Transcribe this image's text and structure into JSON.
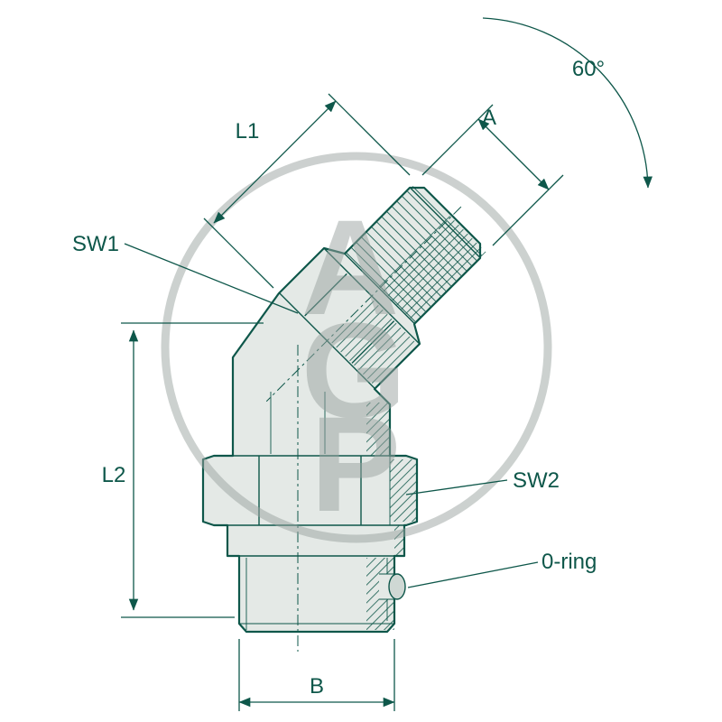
{
  "colors": {
    "line": "#0e574a",
    "fill": "#e4e9e6",
    "fill_dark": "#cfd8d4",
    "watermark": "#9aa3a0"
  },
  "watermark": {
    "letters": [
      "A",
      "G",
      "P"
    ]
  },
  "dimensions": {
    "l1": {
      "label": "L1"
    },
    "a": {
      "label": "A"
    },
    "angle": {
      "label": "60°"
    },
    "sw1": {
      "label": "SW1"
    },
    "l2": {
      "label": "L2"
    },
    "sw2": {
      "label": "SW2"
    },
    "oring": {
      "label": "0-ring"
    },
    "b": {
      "label": "B"
    }
  }
}
